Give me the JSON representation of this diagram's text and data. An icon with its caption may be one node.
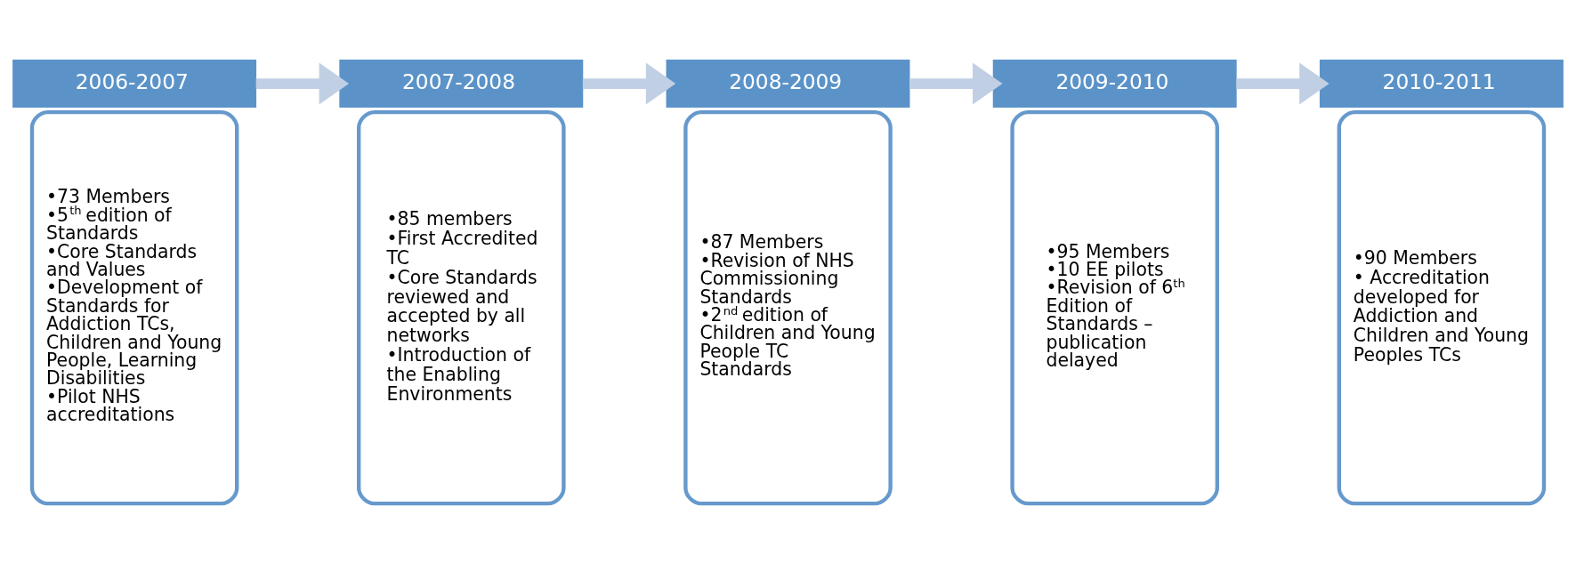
{
  "diagram": {
    "nodes": [
      {
        "text": [
          "2006-2007"
        ]
      },
      {
        "text": [
          "•73 Members",
          "•5$^{th}$ edition of Standards",
          "•Core Standards and Values",
          "•Development of Standards for Addiction TCs, Children and Young People, Learning Disabilities",
          "•Pilot NHS accreditations"
        ]
      },
      {
        "text": [
          "2007-2008"
        ]
      },
      {
        "text": [
          "•85 members",
          "•First Accredited TC",
          "•Core Standards reviewed and accepted by all networks",
          "•Introduction of the Enabling Environments"
        ]
      },
      {
        "text": [
          "2008-2009"
        ]
      },
      {
        "text": [
          "•87 Members",
          "•Revision of NHS Commissioning Standards",
          "•2$^{nd}$ edition of Children and Young People TC Standards"
        ]
      },
      {
        "text": [
          "2009-2010"
        ]
      },
      {
        "text": [
          "•95 Members",
          "•10 EE pilots",
          "•Revision of 6$^{th}$ Edition of Standards – publication delayed"
        ]
      },
      {
        "text": [
          "2010-2011"
        ]
      },
      {
        "text": [
          "•90 Members",
          "• Accreditation developed for Addiction and Children and Young Peoples TCs"
        ]
      }
    ],
    "edges": [
      {
        "from": 0,
        "to": 2,
        "arrow": "to"
      },
      {
        "from": 2,
        "to": 4,
        "arrow": "to"
      },
      {
        "from": 4,
        "to": 6,
        "arrow": "to"
      },
      {
        "from": 6,
        "to": 8,
        "arrow": "to"
      }
    ]
  }
}
